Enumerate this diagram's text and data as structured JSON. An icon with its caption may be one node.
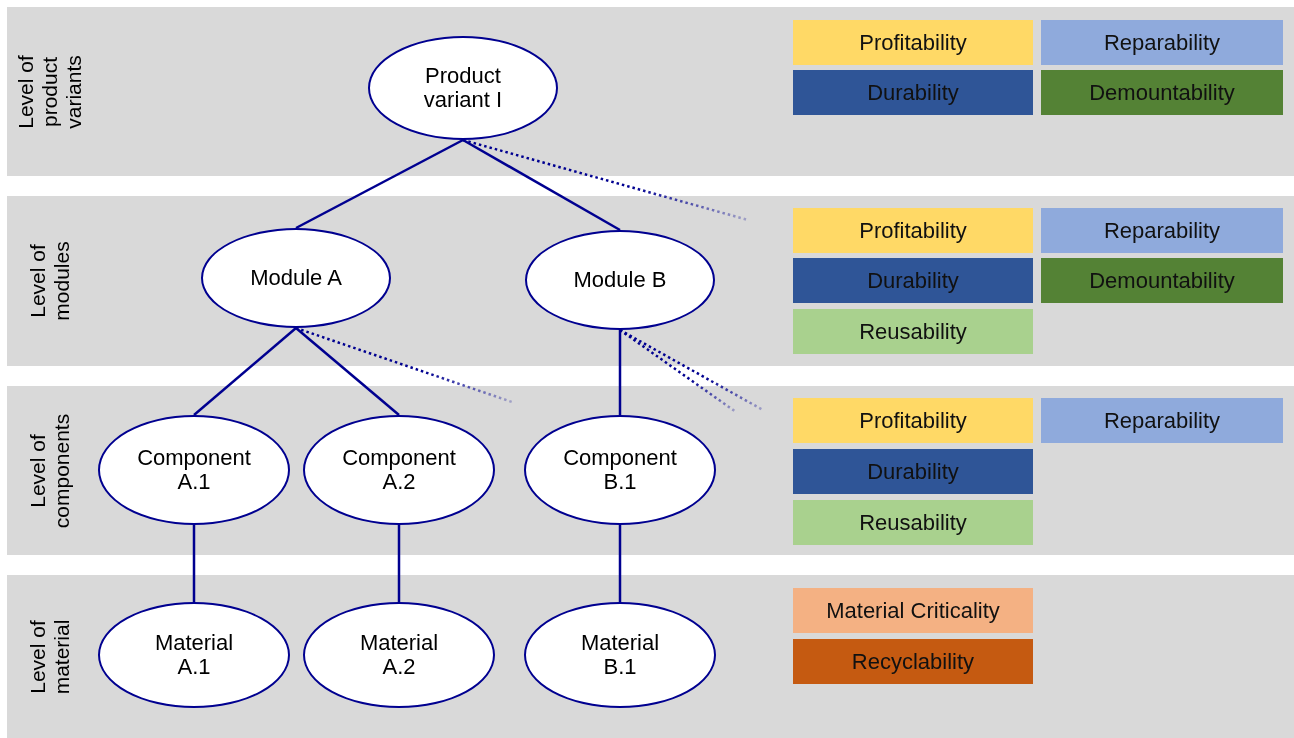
{
  "diagram": {
    "nodes": [
      {
        "text": [
          "Level of product variants"
        ]
      },
      {
        "text": [
          "Product variant I"
        ],
        "in": 0
      },
      {
        "text": [
          "Profitability"
        ],
        "in": 0
      },
      {
        "text": [
          "Reparability"
        ],
        "in": 0
      },
      {
        "text": [
          "Durability"
        ],
        "in": 0
      },
      {
        "text": [
          "Demountability"
        ],
        "in": 0
      },
      {
        "text": [
          "Level of modules"
        ]
      },
      {
        "text": [
          "Module A"
        ],
        "in": 6
      },
      {
        "text": [
          "Module B"
        ],
        "in": 6
      },
      {
        "text": [
          "Profitability"
        ],
        "in": 6
      },
      {
        "text": [
          "Reparability"
        ],
        "in": 6
      },
      {
        "text": [
          "Durability"
        ],
        "in": 6
      },
      {
        "text": [
          "Demountability"
        ],
        "in": 6
      },
      {
        "text": [
          "Reusability"
        ],
        "in": 6
      },
      {
        "text": [
          "Level of components"
        ]
      },
      {
        "text": [
          "Component A.1"
        ],
        "in": 14
      },
      {
        "text": [
          "Component A.2"
        ],
        "in": 14
      },
      {
        "text": [
          "Component B.1"
        ],
        "in": 14
      },
      {
        "text": [
          "Profitability"
        ],
        "in": 14
      },
      {
        "text": [
          "Reparability"
        ],
        "in": 14
      },
      {
        "text": [
          "Durability"
        ],
        "in": 14
      },
      {
        "text": [
          "Reusability"
        ],
        "in": 14
      },
      {
        "text": [
          "Level of material"
        ]
      },
      {
        "text": [
          "Material A.1"
        ],
        "in": 22
      },
      {
        "text": [
          "Material A.2"
        ],
        "in": 22
      },
      {
        "text": [
          "Material B.1"
        ],
        "in": 22
      },
      {
        "text": [
          "Material Criticality"
        ],
        "in": 22
      },
      {
        "text": [
          "Recyclability"
        ],
        "in": 22
      }
    ],
    "edges": [
      {
        "from": 1,
        "to": 7,
        "arrow": "none"
      },
      {
        "from": 1,
        "to": 8,
        "arrow": "none"
      },
      {
        "from": 1,
        "to": null,
        "arrow": "none",
        "style": "dashed"
      },
      {
        "from": 7,
        "to": 15,
        "arrow": "none"
      },
      {
        "from": 7,
        "to": 16,
        "arrow": "none"
      },
      {
        "from": 7,
        "to": null,
        "arrow": "none",
        "style": "dashed"
      },
      {
        "from": 8,
        "to": 17,
        "arrow": "none"
      },
      {
        "from": 8,
        "to": null,
        "arrow": "none",
        "style": "dashed"
      },
      {
        "from": 8,
        "to": null,
        "arrow": "none",
        "style": "dashed"
      },
      {
        "from": 15,
        "to": 23,
        "arrow": "none"
      },
      {
        "from": 16,
        "to": 24,
        "arrow": "none"
      },
      {
        "from": 17,
        "to": 25,
        "arrow": "none"
      }
    ]
  }
}
